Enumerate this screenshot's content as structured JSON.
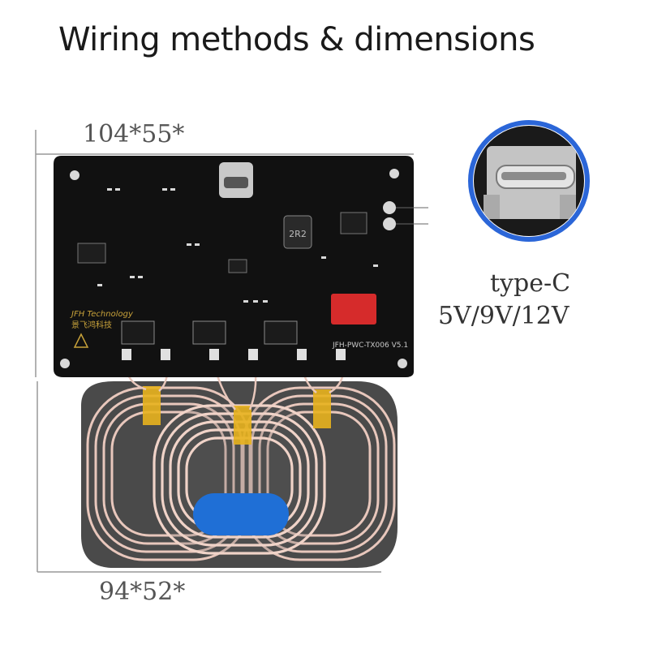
{
  "title": "Wiring methods & dimensions",
  "dimensions": {
    "board": "104*55*",
    "coils": "94*52*"
  },
  "connector": {
    "type": "type-C",
    "voltages": "5V/9V/12V"
  },
  "board_text": {
    "brand": "JFH Technology",
    "brand_cn": "景飞鸿科技",
    "model": "JFH-PWC-TX006 V5.1",
    "inductor": "2R2"
  },
  "colors": {
    "pcb": "#111111",
    "coil_wire": "#e8c7bc",
    "tape": "#e8b21e",
    "capacitor": "#d62b2b",
    "blue_pad": "#1f6fd6",
    "callout_ring": "#2b66d8"
  }
}
